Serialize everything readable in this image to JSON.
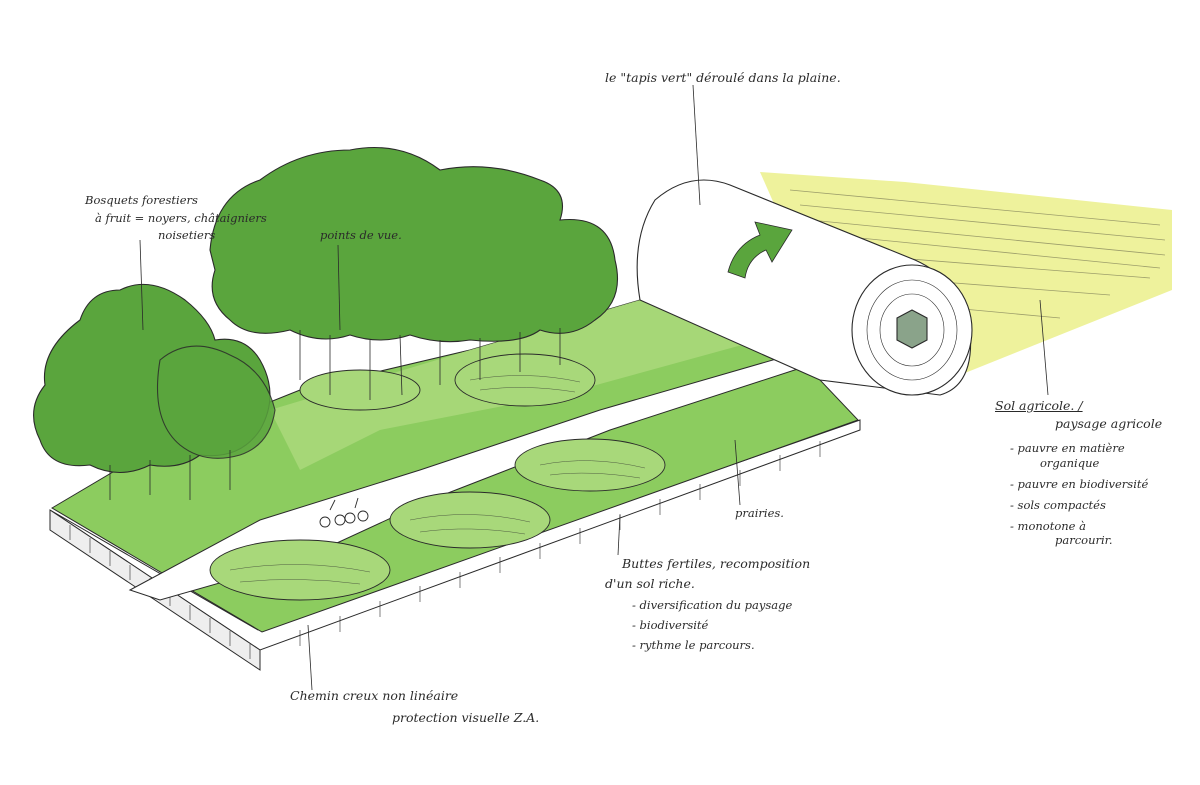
{
  "annotations": {
    "tapis_vert": "le \"tapis vert\" déroulé dans la plaine.",
    "bosquets_line1": "Bosquets forestiers",
    "bosquets_line2": "à fruit = noyers, châtaigniers",
    "bosquets_line3": "noisetiers",
    "points_de_vue": "points de vue.",
    "sol_agricole_line1": "Sol agricole. /",
    "sol_agricole_line2": "paysage agricole",
    "sol_items": [
      "- pauvre en matière",
      "organique",
      "- pauvre en biodiversité",
      "- sols compactés",
      "- monotone à",
      "parcourir."
    ],
    "prairies": "prairies.",
    "buttes_line1": "Buttes fertiles, recomposition",
    "buttes_line2": "d'un sol riche.",
    "buttes_items": [
      "- diversification du paysage",
      "- biodiversité",
      "- rythme le parcours."
    ],
    "chemin_line1": "Chemin creux non linéaire",
    "chemin_line2": "protection visuelle Z.A."
  },
  "colors": {
    "tree_green": "#5aa53d",
    "meadow_green": "#8ccc5f",
    "light_green": "#a8d87a",
    "field_yellow": "#eef29c",
    "ink": "#2a2a2a"
  }
}
